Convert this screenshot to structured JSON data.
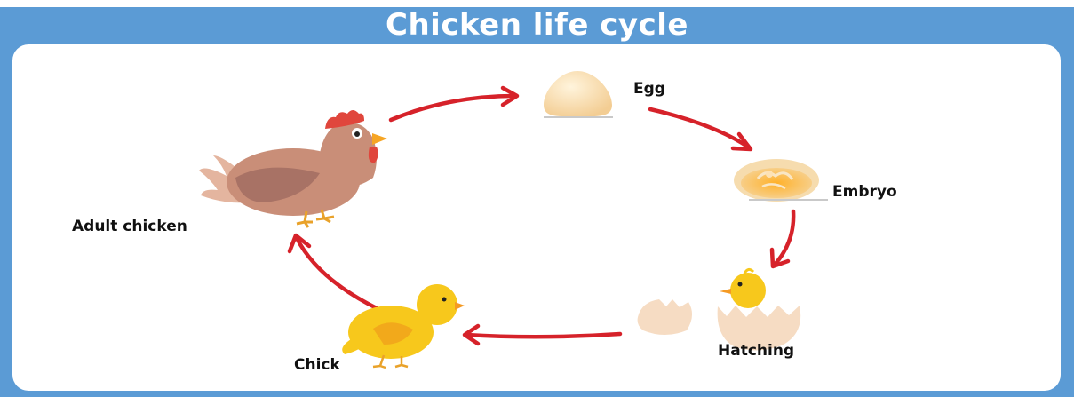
{
  "title": "Chicken life cycle",
  "stages": {
    "egg": "Egg",
    "embryo": "Embryo",
    "hatching": "Hatching",
    "chick": "Chick",
    "adult": "Adult chicken"
  },
  "colors": {
    "background": "#5b9bd5",
    "card": "#ffffff",
    "arrow": "#d6222a",
    "egg": "#f8dcae",
    "chick": "#f7c81c",
    "hen_body": "#c98e78",
    "comb": "#e0463c"
  },
  "icons": [
    "egg-icon",
    "embryo-icon",
    "hatching-chick-icon",
    "chick-icon",
    "hen-icon"
  ]
}
